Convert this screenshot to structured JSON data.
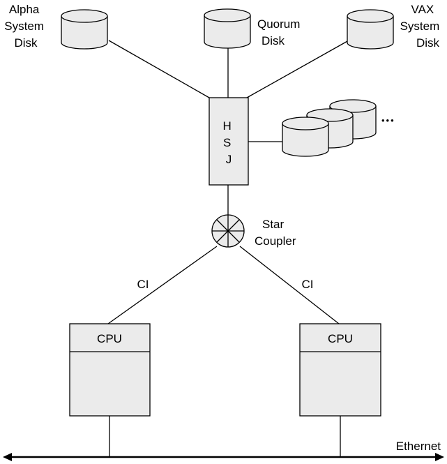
{
  "disks": {
    "alpha": [
      "Alpha",
      "System",
      "Disk"
    ],
    "quorum": [
      "Quorum",
      "Disk"
    ],
    "vax": [
      "VAX",
      "System",
      "Disk"
    ]
  },
  "hsj": [
    "H",
    "S",
    "J"
  ],
  "ellipsis": "•••",
  "star_coupler": [
    "Star",
    "Coupler"
  ],
  "links": {
    "left": "CI",
    "right": "CI"
  },
  "cpus": {
    "left": "CPU",
    "right": "CPU"
  },
  "network": "Ethernet",
  "colors": {
    "fill": "#ebebeb",
    "stroke": "#000000"
  }
}
